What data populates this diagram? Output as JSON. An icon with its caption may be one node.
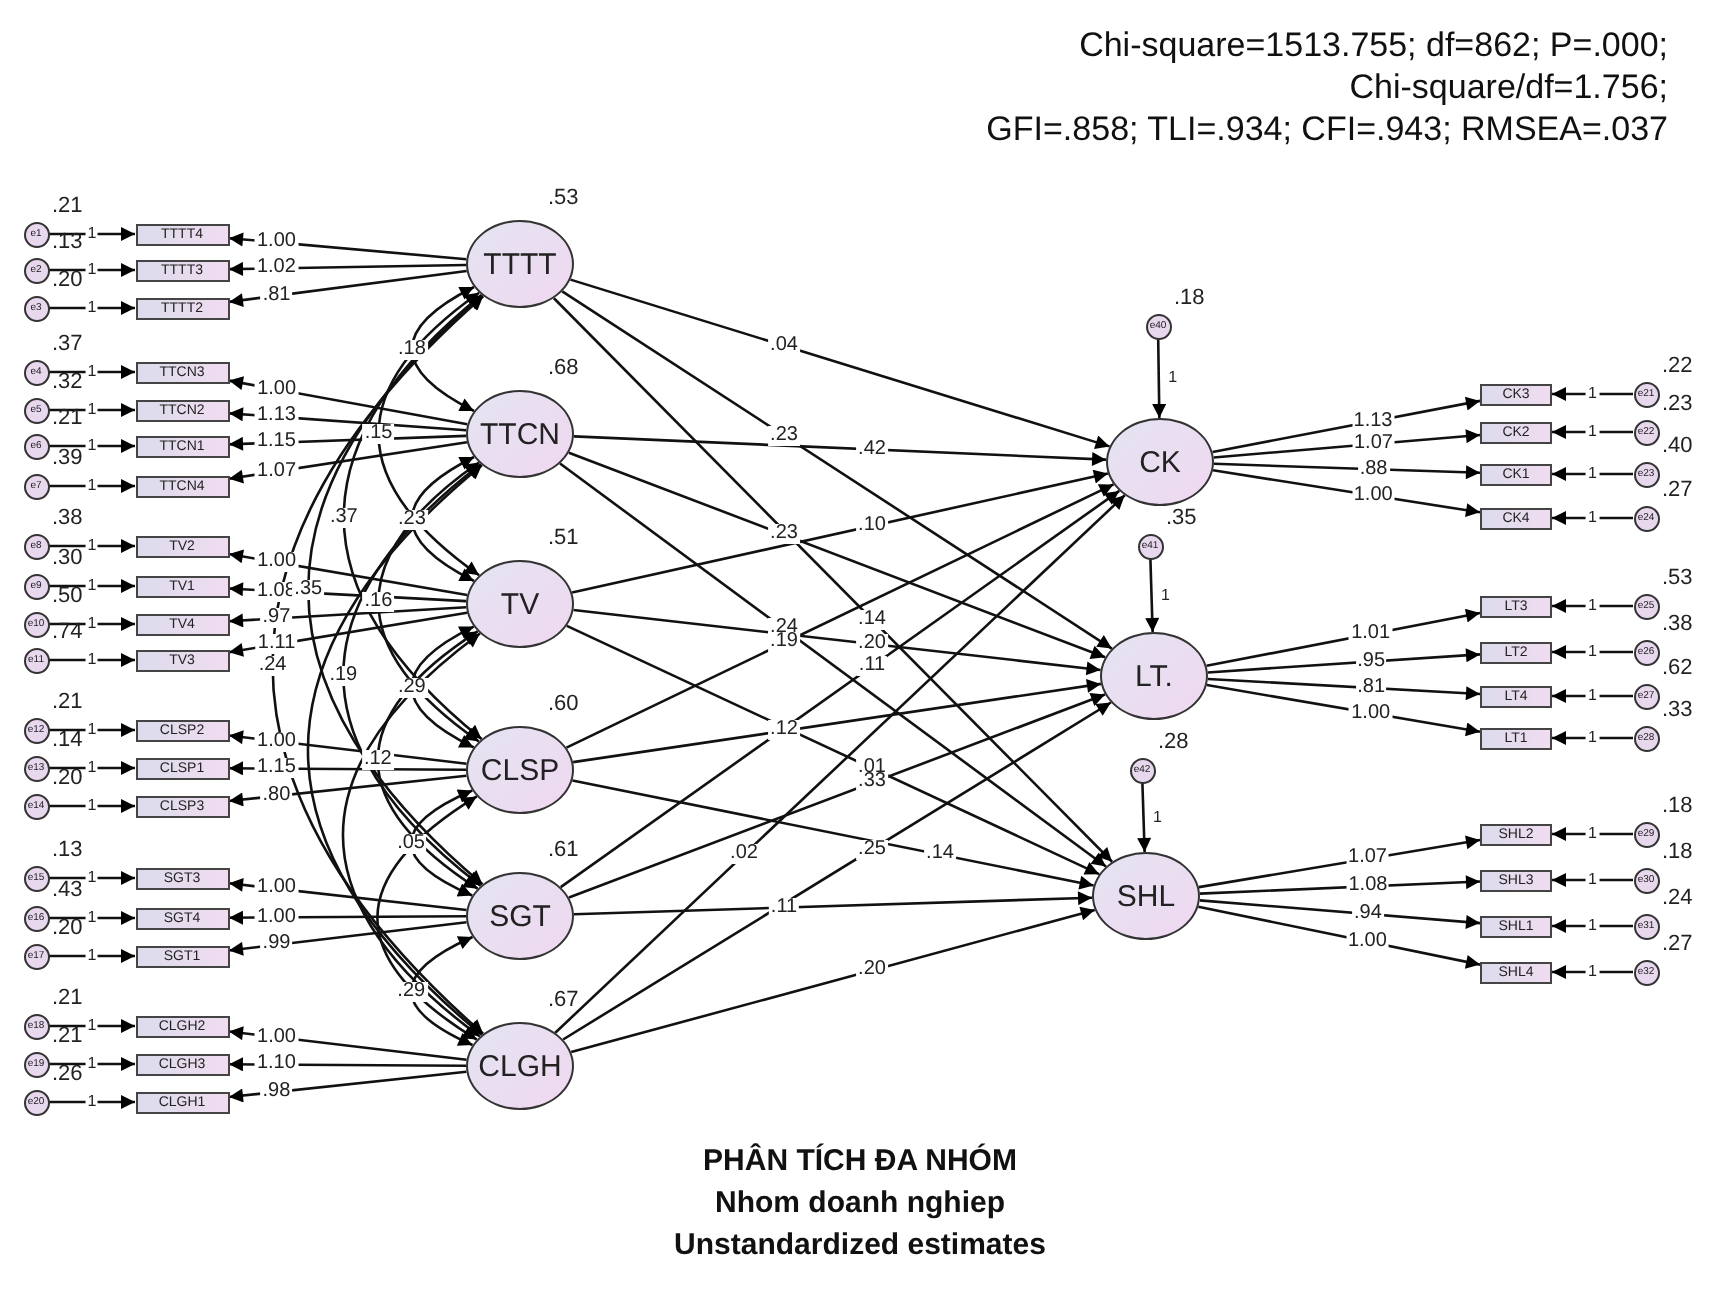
{
  "diagram": {
    "nodes": [
      {
        "text": [
          "TTTT"
        ],
        "beside": [
          ".53"
        ]
      },
      {
        "text": [
          "TTCN"
        ],
        "beside": [
          ".68"
        ]
      },
      {
        "text": [
          "TV"
        ],
        "beside": [
          ".51"
        ]
      },
      {
        "text": [
          "CLSP"
        ],
        "beside": [
          ".60"
        ]
      },
      {
        "text": [
          "SGT"
        ],
        "beside": [
          ".61"
        ]
      },
      {
        "text": [
          "CLGH"
        ],
        "beside": [
          ".67"
        ]
      },
      {
        "text": [
          "CK"
        ]
      },
      {
        "text": [
          "LT."
        ]
      },
      {
        "text": [
          "SHL"
        ]
      },
      {
        "text": [
          "TTTT4"
        ]
      },
      {
        "text": [
          "TTTT3"
        ]
      },
      {
        "text": [
          "TTTT2"
        ]
      },
      {
        "text": [
          "TTCN3"
        ]
      },
      {
        "text": [
          "TTCN2"
        ]
      },
      {
        "text": [
          "TTCN1"
        ]
      },
      {
        "text": [
          "TTCN4"
        ]
      },
      {
        "text": [
          "TV2"
        ]
      },
      {
        "text": [
          "TV1"
        ]
      },
      {
        "text": [
          "TV4"
        ]
      },
      {
        "text": [
          "TV3"
        ]
      },
      {
        "text": [
          "CLSP2"
        ]
      },
      {
        "text": [
          "CLSP1"
        ]
      },
      {
        "text": [
          "CLSP3"
        ]
      },
      {
        "text": [
          "SGT3"
        ]
      },
      {
        "text": [
          "SGT4"
        ]
      },
      {
        "text": [
          "SGT1"
        ]
      },
      {
        "text": [
          "CLGH2"
        ]
      },
      {
        "text": [
          "CLGH3"
        ]
      },
      {
        "text": [
          "CLGH1"
        ]
      },
      {
        "text": [
          "e1"
        ],
        "beside": [
          ".21"
        ]
      },
      {
        "text": [
          "e2"
        ],
        "beside": [
          ".13"
        ]
      },
      {
        "text": [
          "e3"
        ],
        "beside": [
          ".20"
        ]
      },
      {
        "text": [
          "e4"
        ],
        "beside": [
          ".37"
        ]
      },
      {
        "text": [
          "e5"
        ],
        "beside": [
          ".32"
        ]
      },
      {
        "text": [
          "e6"
        ],
        "beside": [
          ".21"
        ]
      },
      {
        "text": [
          "e7"
        ],
        "beside": [
          ".39"
        ]
      },
      {
        "text": [
          "e8"
        ],
        "beside": [
          ".38"
        ]
      },
      {
        "text": [
          "e9"
        ],
        "beside": [
          ".30"
        ]
      },
      {
        "text": [
          "e10"
        ],
        "beside": [
          ".50"
        ]
      },
      {
        "text": [
          "e11"
        ],
        "beside": [
          ".74"
        ]
      },
      {
        "text": [
          "e12"
        ],
        "beside": [
          ".21"
        ]
      },
      {
        "text": [
          "e13"
        ],
        "beside": [
          ".14"
        ]
      },
      {
        "text": [
          "e14"
        ],
        "beside": [
          ".20"
        ]
      },
      {
        "text": [
          "e15"
        ],
        "beside": [
          ".13"
        ]
      },
      {
        "text": [
          "e16"
        ],
        "beside": [
          ".43"
        ]
      },
      {
        "text": [
          "e17"
        ],
        "beside": [
          ".20"
        ]
      },
      {
        "text": [
          "e18"
        ],
        "beside": [
          ".21"
        ]
      },
      {
        "text": [
          "e19"
        ],
        "beside": [
          ".21"
        ]
      },
      {
        "text": [
          "e20"
        ],
        "beside": [
          ".26"
        ]
      },
      {
        "text": [
          "CK3"
        ]
      },
      {
        "text": [
          "CK2"
        ]
      },
      {
        "text": [
          "CK1"
        ]
      },
      {
        "text": [
          "CK4"
        ]
      },
      {
        "text": [
          "LT3"
        ]
      },
      {
        "text": [
          "LT2"
        ]
      },
      {
        "text": [
          "LT4"
        ]
      },
      {
        "text": [
          "LT1"
        ]
      },
      {
        "text": [
          "SHL2"
        ]
      },
      {
        "text": [
          "SHL3"
        ]
      },
      {
        "text": [
          "SHL1"
        ]
      },
      {
        "text": [
          "SHL4"
        ]
      },
      {
        "text": [
          "e21"
        ],
        "beside": [
          ".22"
        ]
      },
      {
        "text": [
          "e22"
        ],
        "beside": [
          ".23"
        ]
      },
      {
        "text": [
          "e23"
        ],
        "beside": [
          ".40"
        ]
      },
      {
        "text": [
          "e24"
        ],
        "beside": [
          ".27"
        ]
      },
      {
        "text": [
          "e25"
        ],
        "beside": [
          ".53"
        ]
      },
      {
        "text": [
          "e26"
        ],
        "beside": [
          ".38"
        ]
      },
      {
        "text": [
          "e27"
        ],
        "beside": [
          ".62"
        ]
      },
      {
        "text": [
          "e28"
        ],
        "beside": [
          ".33"
        ]
      },
      {
        "text": [
          "e29"
        ],
        "beside": [
          ".18"
        ]
      },
      {
        "text": [
          "e30"
        ],
        "beside": [
          ".18"
        ]
      },
      {
        "text": [
          "e31"
        ],
        "beside": [
          ".24"
        ]
      },
      {
        "text": [
          "e32"
        ],
        "beside": [
          ".27"
        ]
      },
      {
        "text": [
          "e40"
        ],
        "beside": [
          ".18"
        ]
      },
      {
        "text": [
          "e41"
        ],
        "beside": [
          ".35"
        ]
      },
      {
        "text": [
          "e42"
        ],
        "beside": [
          ".28"
        ]
      }
    ],
    "edges": [
      {
        "from": 0,
        "to": 9,
        "arrow": "to",
        "label": "1.00"
      },
      {
        "from": 0,
        "to": 10,
        "arrow": "to",
        "label": "1.02"
      },
      {
        "from": 0,
        "to": 11,
        "arrow": "to",
        "label": ".81"
      },
      {
        "from": 1,
        "to": 12,
        "arrow": "to",
        "label": "1.00"
      },
      {
        "from": 1,
        "to": 13,
        "arrow": "to",
        "label": "1.13"
      },
      {
        "from": 1,
        "to": 14,
        "arrow": "to",
        "label": "1.15"
      },
      {
        "from": 1,
        "to": 15,
        "arrow": "to",
        "label": "1.07"
      },
      {
        "from": 2,
        "to": 16,
        "arrow": "to",
        "label": "1.00"
      },
      {
        "from": 2,
        "to": 17,
        "arrow": "to",
        "label": "1.08"
      },
      {
        "from": 2,
        "to": 18,
        "arrow": "to",
        "label": ".97"
      },
      {
        "from": 2,
        "to": 19,
        "arrow": "to",
        "label": "1.11"
      },
      {
        "from": 3,
        "to": 20,
        "arrow": "to",
        "label": "1.00"
      },
      {
        "from": 3,
        "to": 21,
        "arrow": "to",
        "label": "1.15"
      },
      {
        "from": 3,
        "to": 22,
        "arrow": "to",
        "label": ".80"
      },
      {
        "from": 4,
        "to": 23,
        "arrow": "to",
        "label": "1.00"
      },
      {
        "from": 4,
        "to": 24,
        "arrow": "to",
        "label": "1.00"
      },
      {
        "from": 4,
        "to": 25,
        "arrow": "to",
        "label": ".99"
      },
      {
        "from": 5,
        "to": 26,
        "arrow": "to",
        "label": "1.00"
      },
      {
        "from": 5,
        "to": 27,
        "arrow": "to",
        "label": "1.10"
      },
      {
        "from": 5,
        "to": 28,
        "arrow": "to",
        "label": ".98"
      },
      {
        "from": 29,
        "to": 9,
        "arrow": "to",
        "label": "1"
      },
      {
        "from": 30,
        "to": 10,
        "arrow": "to",
        "label": "1"
      },
      {
        "from": 31,
        "to": 11,
        "arrow": "to",
        "label": "1"
      },
      {
        "from": 32,
        "to": 12,
        "arrow": "to",
        "label": "1"
      },
      {
        "from": 33,
        "to": 13,
        "arrow": "to",
        "label": "1"
      },
      {
        "from": 34,
        "to": 14,
        "arrow": "to",
        "label": "1"
      },
      {
        "from": 35,
        "to": 15,
        "arrow": "to",
        "label": "1"
      },
      {
        "from": 36,
        "to": 16,
        "arrow": "to",
        "label": "1"
      },
      {
        "from": 37,
        "to": 17,
        "arrow": "to",
        "label": "1"
      },
      {
        "from": 38,
        "to": 18,
        "arrow": "to",
        "label": "1"
      },
      {
        "from": 39,
        "to": 19,
        "arrow": "to",
        "label": "1"
      },
      {
        "from": 40,
        "to": 20,
        "arrow": "to",
        "label": "1"
      },
      {
        "from": 41,
        "to": 21,
        "arrow": "to",
        "label": "1"
      },
      {
        "from": 42,
        "to": 22,
        "arrow": "to",
        "label": "1"
      },
      {
        "from": 43,
        "to": 23,
        "arrow": "to",
        "label": "1"
      },
      {
        "from": 44,
        "to": 24,
        "arrow": "to",
        "label": "1"
      },
      {
        "from": 45,
        "to": 25,
        "arrow": "to",
        "label": "1"
      },
      {
        "from": 46,
        "to": 26,
        "arrow": "to",
        "label": "1"
      },
      {
        "from": 47,
        "to": 27,
        "arrow": "to",
        "label": "1"
      },
      {
        "from": 48,
        "to": 28,
        "arrow": "to",
        "label": "1"
      },
      {
        "from": 0,
        "to": 6,
        "arrow": "to",
        "label": ".04"
      },
      {
        "from": 0,
        "to": 7,
        "arrow": "to",
        "label": ".23"
      },
      {
        "from": 0,
        "to": 8,
        "arrow": "to",
        "label": ".14"
      },
      {
        "from": 1,
        "to": 6,
        "arrow": "to",
        "label": ".42"
      },
      {
        "from": 1,
        "to": 7,
        "arrow": "to",
        "label": ".23"
      },
      {
        "from": 1,
        "to": 8,
        "arrow": "to",
        "label": ".24"
      },
      {
        "from": 2,
        "to": 6,
        "arrow": "to",
        "label": ".10"
      },
      {
        "from": 2,
        "to": 7,
        "arrow": "to",
        "label": ".20"
      },
      {
        "from": 2,
        "to": 8,
        "arrow": "to",
        "label": ".01"
      },
      {
        "from": 3,
        "to": 6,
        "arrow": "to",
        "label": ".19"
      },
      {
        "from": 3,
        "to": 7,
        "arrow": "to",
        "label": ".12"
      },
      {
        "from": 3,
        "to": 8,
        "arrow": "to",
        "label": ".14"
      },
      {
        "from": 4,
        "to": 6,
        "arrow": "to",
        "label": ".11"
      },
      {
        "from": 4,
        "to": 7,
        "arrow": "to",
        "label": ".33"
      },
      {
        "from": 4,
        "to": 8,
        "arrow": "to",
        "label": ".11"
      },
      {
        "from": 5,
        "to": 6,
        "arrow": "to",
        "label": ".02"
      },
      {
        "from": 5,
        "to": 7,
        "arrow": "to",
        "label": ".25"
      },
      {
        "from": 5,
        "to": 8,
        "arrow": "to",
        "label": ".20"
      },
      {
        "from": 6,
        "to": 49,
        "arrow": "to",
        "label": "1.13"
      },
      {
        "from": 6,
        "to": 50,
        "arrow": "to",
        "label": "1.07"
      },
      {
        "from": 6,
        "to": 51,
        "arrow": "to",
        "label": ".88"
      },
      {
        "from": 6,
        "to": 52,
        "arrow": "to",
        "label": "1.00"
      },
      {
        "from": 7,
        "to": 53,
        "arrow": "to",
        "label": "1.01"
      },
      {
        "from": 7,
        "to": 54,
        "arrow": "to",
        "label": ".95"
      },
      {
        "from": 7,
        "to": 55,
        "arrow": "to",
        "label": ".81"
      },
      {
        "from": 7,
        "to": 56,
        "arrow": "to",
        "label": "1.00"
      },
      {
        "from": 8,
        "to": 57,
        "arrow": "to",
        "label": "1.07"
      },
      {
        "from": 8,
        "to": 58,
        "arrow": "to",
        "label": "1.08"
      },
      {
        "from": 8,
        "to": 59,
        "arrow": "to",
        "label": ".94"
      },
      {
        "from": 8,
        "to": 60,
        "arrow": "to",
        "label": "1.00"
      },
      {
        "from": 61,
        "to": 49,
        "arrow": "to",
        "label": "1"
      },
      {
        "from": 62,
        "to": 50,
        "arrow": "to",
        "label": "1"
      },
      {
        "from": 63,
        "to": 51,
        "arrow": "to",
        "label": "1"
      },
      {
        "from": 64,
        "to": 52,
        "arrow": "to",
        "label": "1"
      },
      {
        "from": 65,
        "to": 53,
        "arrow": "to",
        "label": "1"
      },
      {
        "from": 66,
        "to": 54,
        "arrow": "to",
        "label": "1"
      },
      {
        "from": 67,
        "to": 55,
        "arrow": "to",
        "label": "1"
      },
      {
        "from": 68,
        "to": 56,
        "arrow": "to",
        "label": "1"
      },
      {
        "from": 69,
        "to": 57,
        "arrow": "to",
        "label": "1"
      },
      {
        "from": 70,
        "to": 58,
        "arrow": "to",
        "label": "1"
      },
      {
        "from": 71,
        "to": 59,
        "arrow": "to",
        "label": "1"
      },
      {
        "from": 72,
        "to": 60,
        "arrow": "to",
        "label": "1"
      },
      {
        "from": 73,
        "to": 6,
        "arrow": "to",
        "label": "1"
      },
      {
        "from": 74,
        "to": 7,
        "arrow": "to",
        "label": "1"
      },
      {
        "from": 75,
        "to": 8,
        "arrow": "to",
        "label": "1"
      },
      {
        "from": 0,
        "to": 1,
        "arrow": "both",
        "label": ".18"
      },
      {
        "from": 1,
        "to": 2,
        "arrow": "both",
        "label": ".23"
      },
      {
        "from": 2,
        "to": 3,
        "arrow": "both",
        "label": ".29"
      },
      {
        "from": 3,
        "to": 4,
        "arrow": "both",
        "label": ".05"
      },
      {
        "from": 4,
        "to": 5,
        "arrow": "both",
        "label": ".29"
      },
      {
        "from": 0,
        "to": 2,
        "arrow": "both",
        "label": ".15"
      },
      {
        "from": 0,
        "to": 3,
        "arrow": "both",
        "label": ".37"
      },
      {
        "from": 0,
        "to": 4,
        "arrow": "both",
        "label": ".35"
      },
      {
        "from": 0,
        "to": 5,
        "arrow": "both",
        "label": ".24"
      },
      {
        "from": 1,
        "to": 3,
        "arrow": "both",
        "label": ".16"
      },
      {
        "from": 1,
        "to": 4,
        "arrow": "both",
        "label": ".19"
      },
      {
        "from": 1,
        "to": 5,
        "arrow": "both"
      },
      {
        "from": 2,
        "to": 4,
        "arrow": "both",
        "label": ".12"
      },
      {
        "from": 2,
        "to": 5,
        "arrow": "both"
      },
      {
        "from": 3,
        "to": 5,
        "arrow": "both"
      }
    ],
    "labels": [
      "Chi-square=1513.755; df=862;  P=.000;",
      "Chi-square/df=1.756;",
      "GFI=.858; TLI=.934; CFI=.943; RMSEA=.037",
      "PHÂN TÍCH ĐA NHÓM",
      "Nhom doanh nghiep",
      "Unstandardized estimates"
    ]
  }
}
